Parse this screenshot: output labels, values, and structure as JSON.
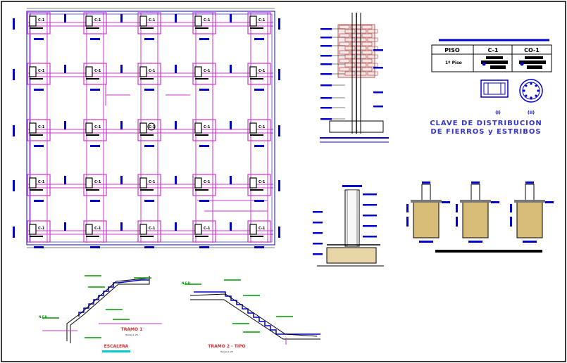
{
  "drawing": {
    "column_tag": "C-1",
    "table": {
      "headers": [
        "PISO",
        "C-1",
        "CO-1"
      ],
      "row_label": "1º Piso"
    },
    "section_markers": [
      "(I)",
      "(II)"
    ],
    "legend_title_line1": "CLAVE DE DISTRIBUCION",
    "legend_title_line2": "DE FIERROS y ESTRIBOS",
    "stair_tramo1": "TRAMO 1",
    "stair_tramo2": "TRAMO 2 - TIPO",
    "stair_title": "ESCALERA",
    "stair_nfp": "N.F.P.",
    "scale_note": "Escala 1:25"
  },
  "colors": {
    "beam": "#cc33cc",
    "column": "#000000",
    "dimension": "#0000cc",
    "rebar": "#009900",
    "legend_text": "#3333cc",
    "fill_stone": "#b8860b",
    "brick": "#aa3333",
    "highlight": "#00cccc"
  }
}
